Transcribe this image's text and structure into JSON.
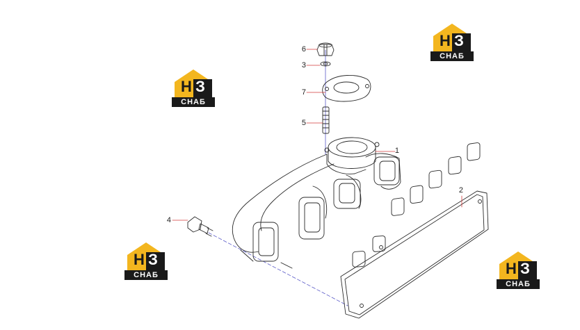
{
  "callouts": [
    {
      "id": "1",
      "label": "1"
    },
    {
      "id": "2",
      "label": "2"
    },
    {
      "id": "3",
      "label": "3"
    },
    {
      "id": "4",
      "label": "4"
    },
    {
      "id": "5",
      "label": "5"
    },
    {
      "id": "6",
      "label": "6"
    },
    {
      "id": "7",
      "label": "7"
    }
  ],
  "watermark": {
    "letter_left": "H",
    "letter_right": "З",
    "banner": "СНАБ"
  },
  "colors": {
    "logo_yellow": "#f3b61f",
    "logo_dark": "#1a1a1a",
    "leader_red": "#d23b3b",
    "leader_blue": "#5a5ac8",
    "line_art": "#2a2a2a"
  }
}
